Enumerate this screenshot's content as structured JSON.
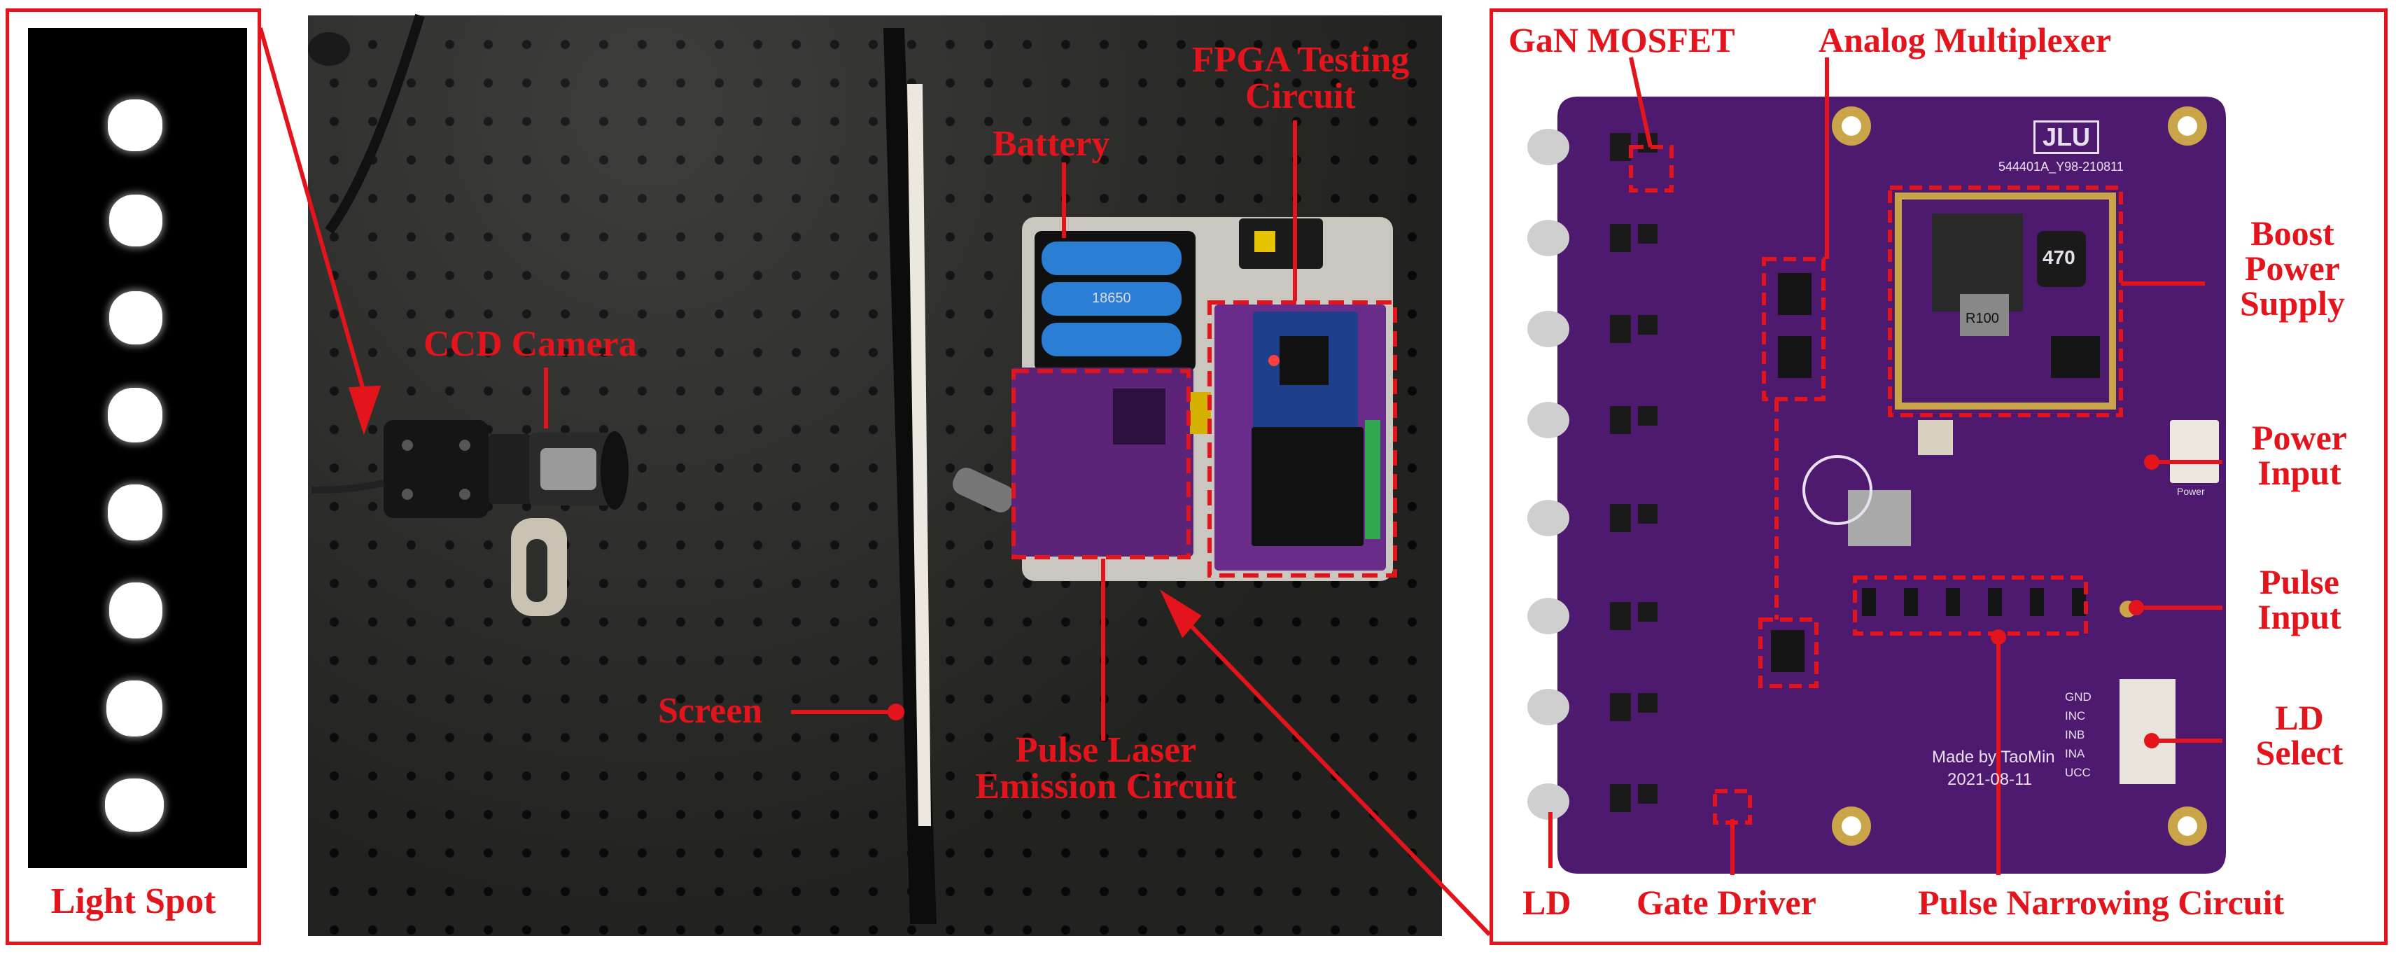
{
  "left_panel": {
    "caption": "Light Spot",
    "spot_count": 8
  },
  "middle_panel": {
    "labels": {
      "ccd_camera": "CCD Camera",
      "battery": "Battery",
      "fpga_line1": "FPGA Testing",
      "fpga_line2": "Circuit",
      "screen": "Screen",
      "pulse_laser_line1": "Pulse Laser",
      "pulse_laser_line2": "Emission Circuit"
    }
  },
  "right_panel": {
    "labels": {
      "gan_mosfet": "GaN MOSFET",
      "analog_mux": "Analog Multiplexer",
      "boost_line1": "Boost",
      "boost_line2": "Power",
      "boost_line3": "Supply",
      "power_line1": "Power",
      "power_line2": "Input",
      "pulse_input_line1": "Pulse",
      "pulse_input_line2": "Input",
      "ld_select_line1": "LD",
      "ld_select_line2": "Select",
      "ld": "LD",
      "gate_driver": "Gate Driver",
      "pulse_narrowing": "Pulse Narrowing Circuit"
    },
    "board_silkscreen": {
      "logo": "JLU",
      "part_number": "544401A_Y98-210811",
      "made_by": "Made by TaoMin",
      "date": "2021-08-11",
      "inductor": "470",
      "resistor": "R100",
      "connector_pins": [
        "GND",
        "INC",
        "INB",
        "INA",
        "UCC"
      ],
      "power_label": "Power"
    }
  },
  "colors": {
    "annotation": "#e3141b",
    "pcb": "#4e1a70",
    "table": "#2d2d2b",
    "spot": "#ffffff"
  }
}
